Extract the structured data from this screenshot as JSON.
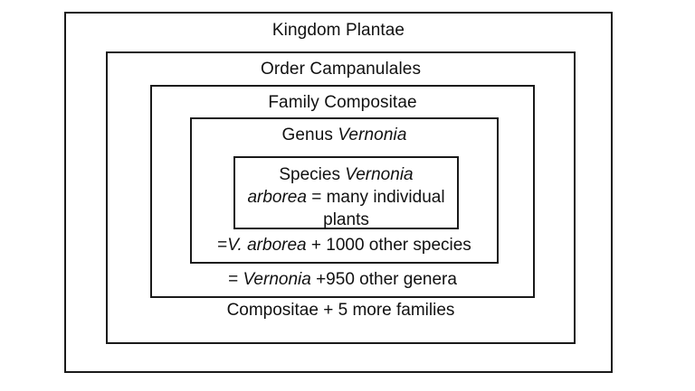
{
  "diagram": {
    "type": "nested-boxes",
    "description": "Taxonomic hierarchy shown as five concentric rectangles",
    "levels": [
      {
        "id": "kingdom",
        "rank": "Kingdom",
        "taxon": "Plantae",
        "label": "Kingdom Plantae"
      },
      {
        "id": "order",
        "rank": "Order",
        "taxon": "Campanulales",
        "label": "Order Campanulales"
      },
      {
        "id": "family",
        "rank": "Family",
        "taxon": "Compositae",
        "label": "Family Compositae"
      },
      {
        "id": "genus",
        "rank": "Genus",
        "taxon": "Vernonia",
        "label_prefix": "Genus ",
        "label_italic": "Vernonia"
      },
      {
        "id": "species",
        "rank": "Species",
        "taxon": "Vernonia arborea",
        "line1_prefix": "Species ",
        "line1_italic": "Vernonia",
        "line2_italic": "arborea",
        "line2_rest": " = many individual",
        "line3": "plants"
      }
    ],
    "summaries": {
      "genus_bottom": {
        "prefix": "=",
        "italic": "V. arborea",
        "rest": " + 1000 other species",
        "count": 1000,
        "unit": "other species"
      },
      "family_bottom": {
        "prefix": "= ",
        "italic": "Vernonia",
        "rest": " +950 other genera",
        "count": 950,
        "unit": "other genera"
      },
      "order_bottom": {
        "text": "Compositae + 5 more families",
        "count": 5,
        "unit": "more families"
      }
    },
    "colors": {
      "background": "#ffffff",
      "border": "#1a1a1a",
      "text": "#111111"
    }
  }
}
